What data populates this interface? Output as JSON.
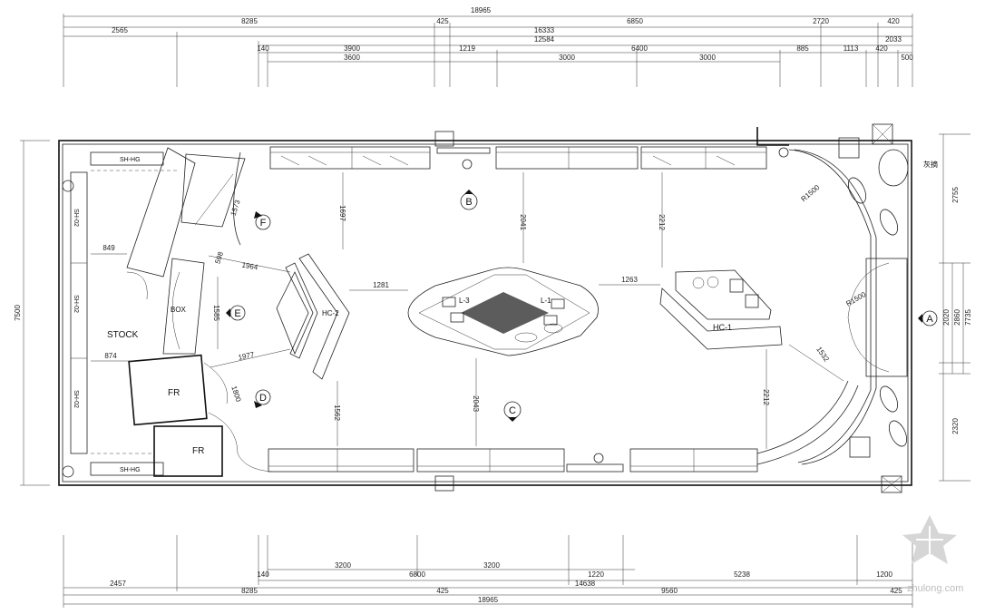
{
  "dims": {
    "top_overall": "18965",
    "top_r1": [
      "8285",
      "425",
      "6850",
      "2720",
      "420"
    ],
    "top_r2": [
      "2565",
      "16333"
    ],
    "top_r3": [
      "12584",
      "2033"
    ],
    "top_r4": [
      "140",
      "3900",
      "1219",
      "6400",
      "885",
      "1113",
      "420"
    ],
    "top_r5": [
      "3600",
      "3000",
      "3000",
      "500"
    ],
    "bot_r1": [
      "3200",
      "3200"
    ],
    "bot_r2": [
      "2457",
      "140",
      "6800",
      "1220",
      "5238",
      "1200"
    ],
    "bot_r3": [
      "14638"
    ],
    "bot_r4": [
      "8285",
      "425",
      "9560",
      "425"
    ],
    "bot_overall": "18965",
    "left": "7500",
    "right": [
      "2755",
      "2020",
      "2860",
      "7735",
      "2320"
    ],
    "interior": [
      "849",
      "874",
      "1573",
      "598",
      "1964",
      "1585",
      "1977",
      "1800",
      "1697",
      "2041",
      "2212",
      "1281",
      "1263",
      "1562",
      "2043",
      "2212",
      "1532",
      "R1500",
      "R1500"
    ]
  },
  "rooms": {
    "stock": "STOCK",
    "fr1": "FR",
    "fr2": "FR",
    "box": "BOX",
    "hc1": "HC-1",
    "hc2": "HC-2",
    "l3": "L-3",
    "l1": "L-1",
    "sh_top": "SH-HG",
    "sh_bot": "SH-HG",
    "sh1": "SH-02",
    "sh2": "SH-02",
    "sh3": "SH-02",
    "chinese": "灰摘"
  },
  "markers": [
    "A",
    "B",
    "C",
    "D",
    "E",
    "F"
  ],
  "watermark": "zhulong.com"
}
